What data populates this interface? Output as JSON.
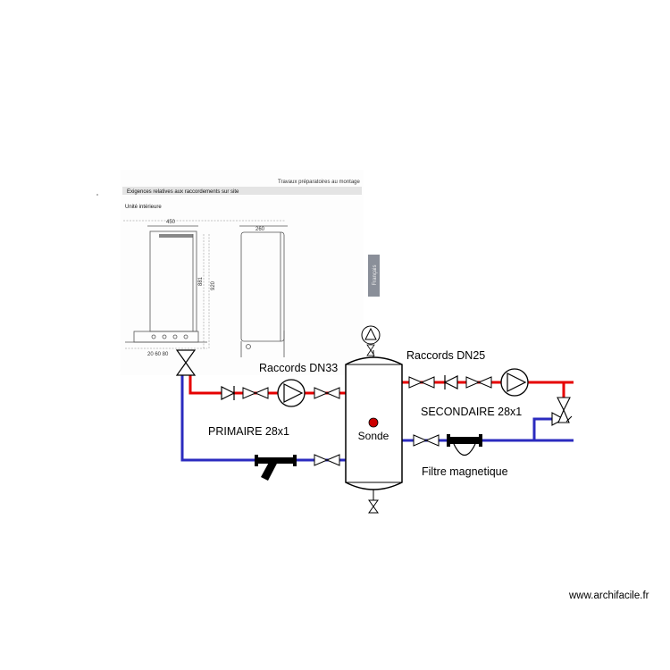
{
  "colors": {
    "hot": "#e60000",
    "cold": "#2b2bbf",
    "sensor": "#cc0000",
    "fitting": "#000000",
    "valve_stroke": "#000000"
  },
  "labels": {
    "raccords_primary": "Raccords DN33",
    "raccords_secondary": "Raccords DN25",
    "primaire": "PRIMAIRE 28x1",
    "secondaire": "SECONDAIRE 28x1",
    "sonde": "Sonde",
    "filtre": "Filtre magnetique",
    "watermark": "www.archifacile.fr"
  },
  "scan": {
    "header_right": "Travaux préparatoires au montage",
    "title": "Exigences relatives aux raccordements sur site",
    "subtitle": "Unité intérieure",
    "side_tab": "Français"
  },
  "icons": {
    "pump": "circulator-pump-icon",
    "check_valve": "check-valve-icon",
    "gate_valve": "gate-valve-icon",
    "safety_valve": "safety-valve-icon",
    "vent": "air-vent-icon",
    "drain": "drain-valve-icon",
    "strainer": "y-strainer-icon",
    "filter": "magnetic-filter-icon"
  }
}
